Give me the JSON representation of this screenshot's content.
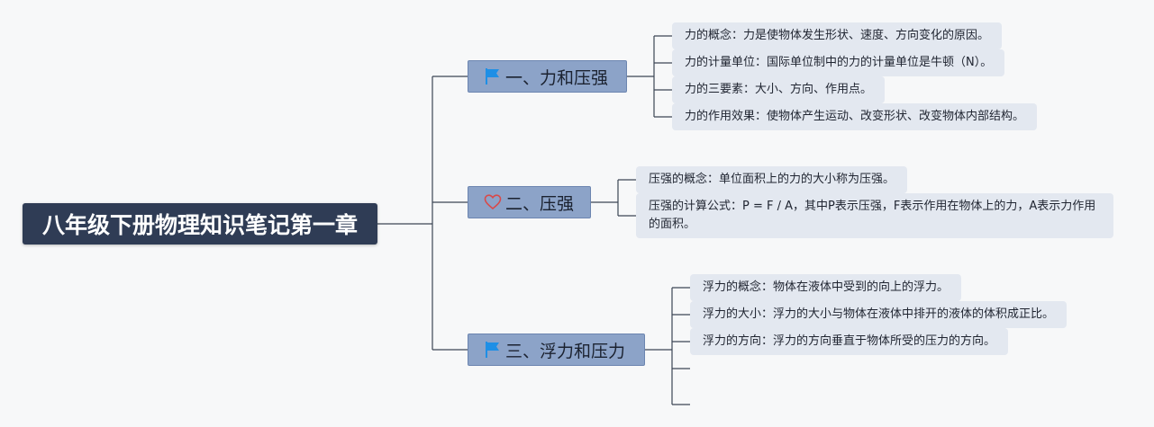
{
  "root": {
    "title": "八年级下册物理知识笔记第一章"
  },
  "branches": [
    {
      "label": "一、力和压强",
      "icon": "flag-icon",
      "leaves": [
        "力的概念：力是使物体发生形状、速度、方向变化的原因。",
        "力的计量单位：国际单位制中的力的计量单位是牛顿（N）。",
        "力的三要素：大小、方向、作用点。",
        "力的作用效果：使物体产生运动、改变形状、改变物体内部结构。"
      ]
    },
    {
      "label": "二、压强",
      "icon": "heart-icon",
      "leaves": [
        "压强的概念：单位面积上的力的大小称为压强。",
        "压强的计算公式：P = F / A，其中P表示压强，F表示作用在物体上的力，A表示力作用的面积。"
      ]
    },
    {
      "label": "三、浮力和压力",
      "icon": "flag-icon",
      "leaves": [
        "浮力的概念：物体在液体中受到的向上的浮力。",
        "浮力的大小：浮力的大小与物体在液体中排开的液体的体积成正比。",
        "浮力的方向：浮力的方向垂直于物体所受的压力的方向。"
      ]
    }
  ],
  "colors": {
    "root_bg": "#2f3c55",
    "branch_bg": "#8ca3c8",
    "leaf_bg": "#e3e8f0",
    "line": "#3c4654",
    "flag": "#1e8fe6",
    "heart": "#d94a4a"
  }
}
